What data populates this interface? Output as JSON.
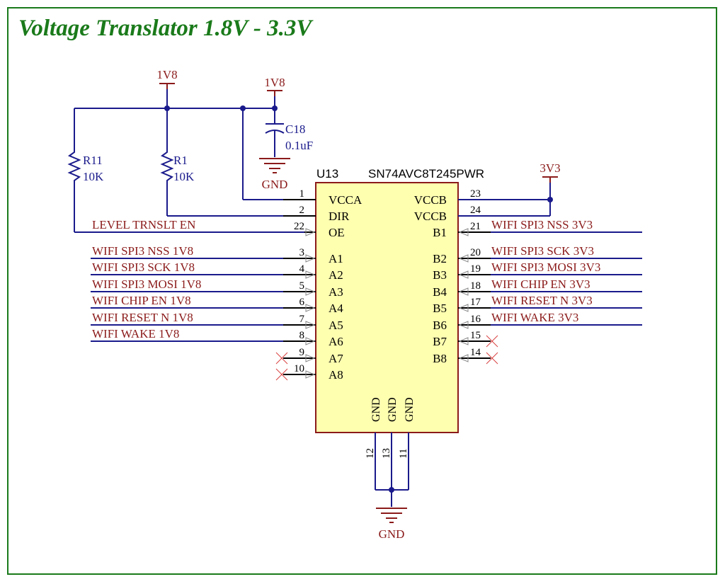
{
  "title": "Voltage Translator 1.8V - 3.3V",
  "colors": {
    "frame": "#1a7a1a",
    "title": "#1a7a1a",
    "wire": "#1a1a8c",
    "net": "#8b1a1a",
    "ic_fill": "#ffffb0",
    "ic_border": "#8b1a1a",
    "pin": "#000000",
    "no_connect": "#d94040"
  },
  "power": {
    "vcca_top": "1V8",
    "cap_top": "1V8",
    "vccb": "3V3",
    "cap_gnd": "GND",
    "ic_gnd": "GND"
  },
  "components": {
    "r11": {
      "ref": "R11",
      "value": "10K"
    },
    "r1": {
      "ref": "R1",
      "value": "10K"
    },
    "c18": {
      "ref": "C18",
      "value": "0.1uF"
    }
  },
  "ic": {
    "ref": "U13",
    "part": "SN74AVC8T245PWR",
    "left_pins": [
      {
        "num": "1",
        "name": "VCCA",
        "net": ""
      },
      {
        "num": "2",
        "name": "DIR",
        "net": ""
      },
      {
        "num": "22",
        "name": "OE",
        "net": "LEVEL_TRNSLT_EN"
      },
      {
        "num": "3",
        "name": "A1",
        "net": "WIFI_SPI3_NSS_1V8"
      },
      {
        "num": "4",
        "name": "A2",
        "net": "WIFI_SPI3_SCK_1V8"
      },
      {
        "num": "5",
        "name": "A3",
        "net": "WIFI_SPI3_MOSI_1V8"
      },
      {
        "num": "6",
        "name": "A4",
        "net": "WIFI_CHIP_EN_1V8"
      },
      {
        "num": "7",
        "name": "A5",
        "net": "WIFI_RESET_N_1V8"
      },
      {
        "num": "8",
        "name": "A6",
        "net": "WIFI_WAKE_1V8"
      },
      {
        "num": "9",
        "name": "A7",
        "net": ""
      },
      {
        "num": "10",
        "name": "A8",
        "net": ""
      }
    ],
    "right_pins": [
      {
        "num": "23",
        "name": "VCCB",
        "net": ""
      },
      {
        "num": "24",
        "name": "VCCB",
        "net": ""
      },
      {
        "num": "21",
        "name": "B1",
        "net": "WIFI_SPI3_NSS_3V3"
      },
      {
        "num": "20",
        "name": "B2",
        "net": "WIFI_SPI3_SCK_3V3"
      },
      {
        "num": "19",
        "name": "B3",
        "net": "WIFI_SPI3_MOSI_3V3"
      },
      {
        "num": "18",
        "name": "B4",
        "net": "WIFI_CHIP_EN_3V3"
      },
      {
        "num": "17",
        "name": "B5",
        "net": "WIFI_RESET_N_3V3"
      },
      {
        "num": "16",
        "name": "B6",
        "net": "WIFI_WAKE_3V3"
      },
      {
        "num": "15",
        "name": "B7",
        "net": ""
      },
      {
        "num": "14",
        "name": "B8",
        "net": ""
      }
    ],
    "gnd_pins": [
      {
        "num": "12",
        "name": "GND"
      },
      {
        "num": "13",
        "name": "GND"
      },
      {
        "num": "11",
        "name": "GND"
      }
    ]
  }
}
